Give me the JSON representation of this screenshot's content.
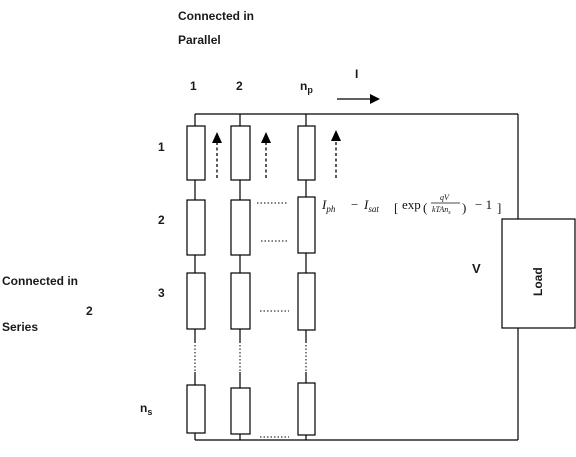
{
  "parallel_label": {
    "line1": "Connected in",
    "line2": "Parallel"
  },
  "series_label": {
    "line1": "Connected in",
    "line2": "Series"
  },
  "series_stray_digit": "2",
  "column_labels": [
    "1",
    "2",
    "n"
  ],
  "column_label_np_sub": "p",
  "row_labels": [
    "1",
    "2",
    "3",
    "n"
  ],
  "row_label_ns_sub": "s",
  "current_label": "I",
  "voltage_label": "V",
  "load_label": "Load",
  "formula": {
    "i_ph": "I",
    "i_ph_sub": "ph",
    "minus": "−",
    "i_sat": "I",
    "i_sat_sub": "sat",
    "bracket_open": "[",
    "exp": "exp",
    "paren_open": "(",
    "numerator": "qV",
    "denominator": "kTAn",
    "denominator_sub": "s",
    "paren_close": ")",
    "minus_one": "− 1",
    "bracket_close": "]"
  }
}
